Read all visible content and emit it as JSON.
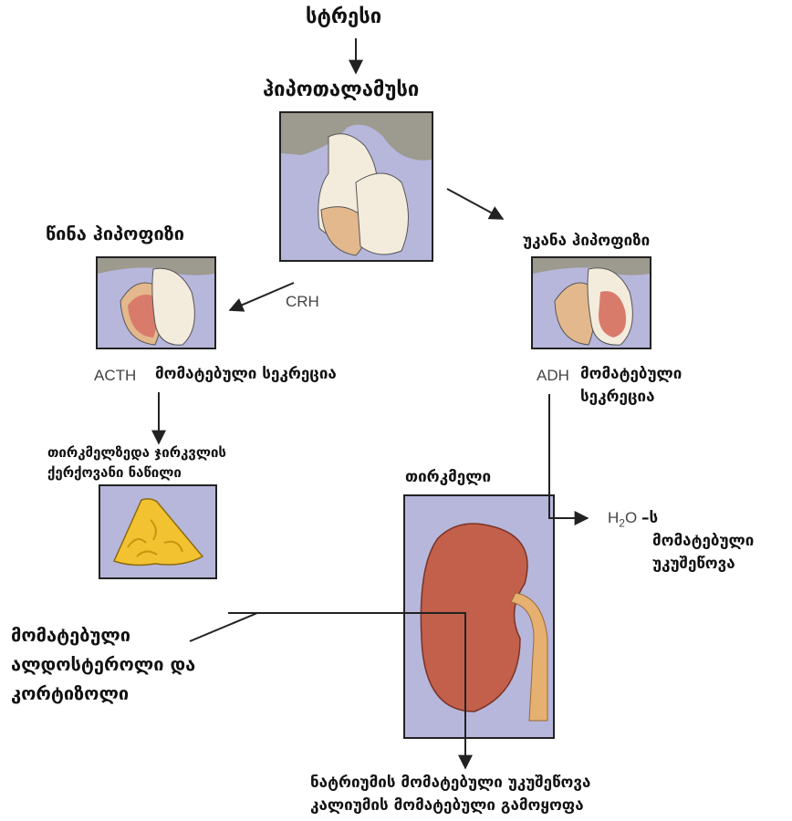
{
  "labels": {
    "stress": "სტრესი",
    "hypothalamus": "ჰიპოთალამუსი",
    "anterior_pituitary": "წინა ჰიპოფიზი",
    "posterior_pituitary": "უკანა ჰიპოფიზი",
    "crh": "CRH",
    "acth": "ACTH",
    "acth_secretion": "მომატებული სეკრეცია",
    "adh": "ADH",
    "adh_secretion_1": "მომატებული",
    "adh_secretion_2": "სეკრეცია",
    "adrenal_cortex_1": "თირკმელზედა ჯირკვლის",
    "adrenal_cortex_2": "ქერქოვანი ნაწილი",
    "kidney": "თირკმელი",
    "h2o_h": "H",
    "h2o_sub": "2",
    "h2o_rest": "O",
    "h2o_suffix": "–ს",
    "water_reabs_1": "მომატებული",
    "water_reabs_2": "უკუშეწოვა",
    "aldo_1": "მომატებული",
    "aldo_2": "ალდოსტეროლი და",
    "aldo_3": "კორტიზოლი",
    "sodium_line": "ნატრიუმის მომატებული უკუშეწოვა",
    "potassium_line": "კალიუმის მომატებული გამოყოფა"
  },
  "colors": {
    "panel_bg": "#b7b7dc",
    "tissue_grey": "#9d9a8f",
    "tissue_cream": "#f3ecdc",
    "tan": "#e3b88c",
    "red_lobe": "#d97b6b",
    "kidney": "#c2604b",
    "ureter": "#e6b071",
    "adrenal": "#f2c230"
  }
}
